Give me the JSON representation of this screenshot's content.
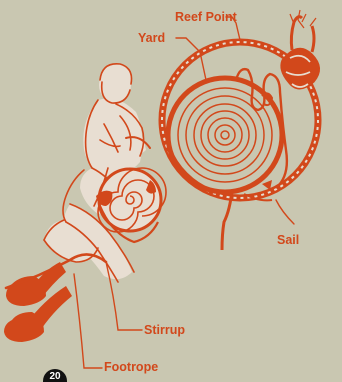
{
  "labels": {
    "reef_point": "Reef Point",
    "yard": "Yard",
    "sail": "Sail",
    "stirrup": "Stirrup",
    "footrope": "Footrope"
  },
  "page_badge": "20",
  "colors": {
    "background": "#c9c7b1",
    "ink": "#d2481b",
    "light_ink": "#e7ddd0",
    "badge": "#111111"
  }
}
